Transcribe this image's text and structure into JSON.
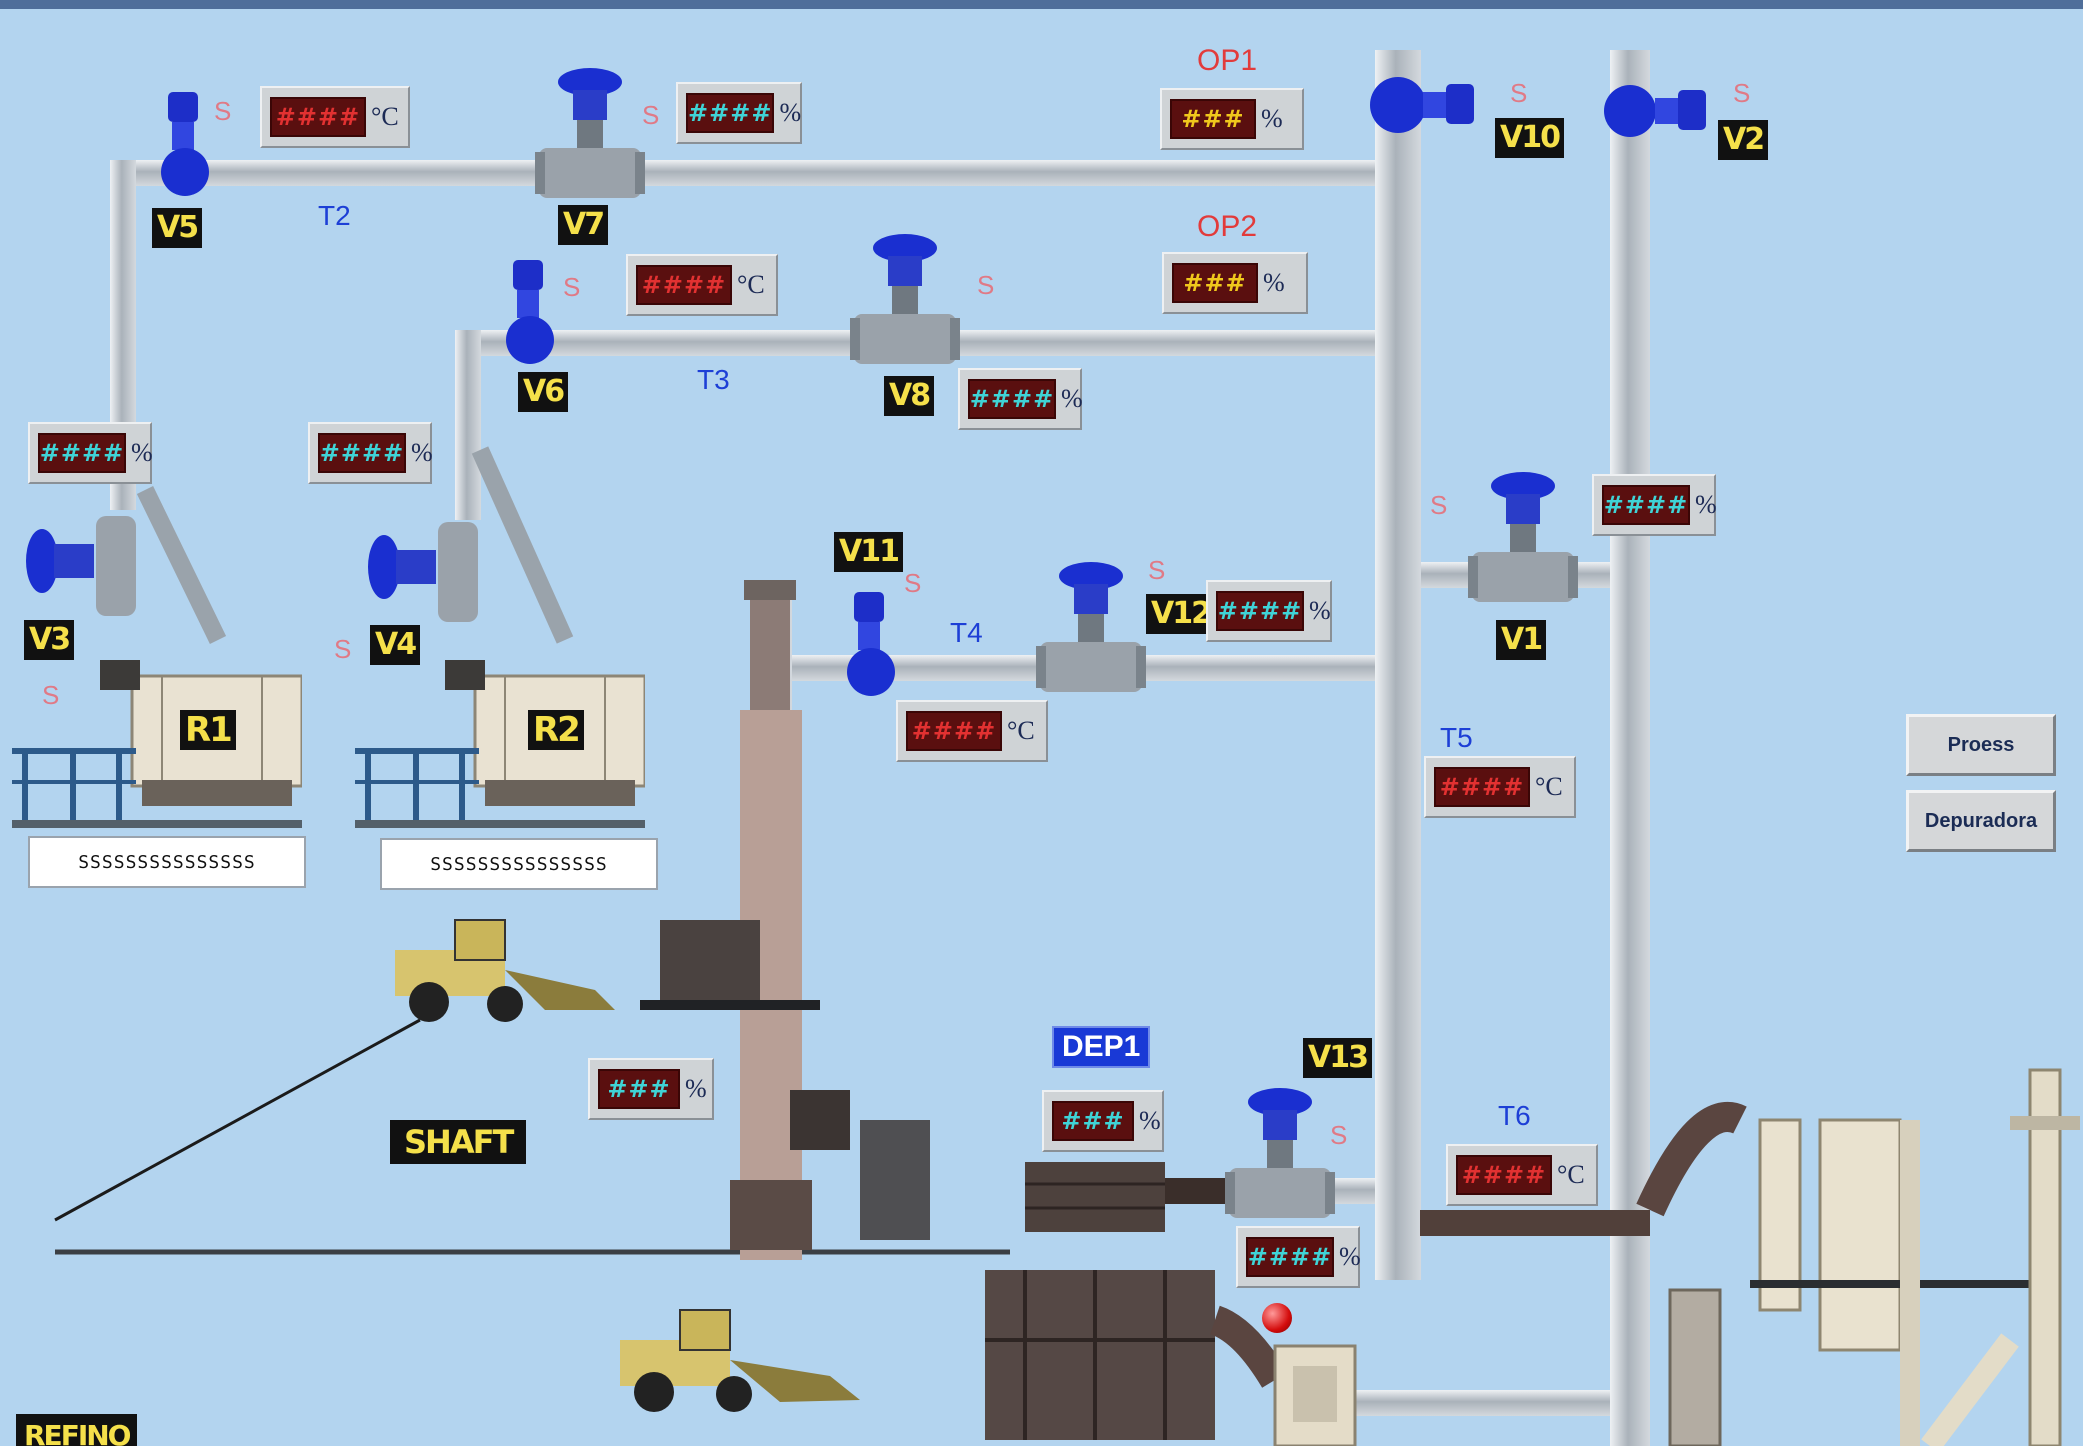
{
  "valves": {
    "v1": "V1",
    "v2": "V2",
    "v3": "V3",
    "v4": "V4",
    "v5": "V5",
    "v6": "V6",
    "v7": "V7",
    "v8": "V8",
    "v10": "V10",
    "v11": "V11",
    "v12": "V12",
    "v13": "V13"
  },
  "lines": {
    "t2": "T2",
    "t3": "T3",
    "t4": "T4",
    "t5": "T5",
    "t6": "T6",
    "op1": "OP1",
    "op2": "OP2"
  },
  "status_mark": "S",
  "units": {
    "celsius": "°C",
    "percent": "%"
  },
  "placeholders": {
    "four": "####",
    "three": "###"
  },
  "reactors": {
    "r1": "R1",
    "r2": "R2"
  },
  "readouts": {
    "r1": "SSSSSSSSSSSSSSS",
    "r2": "SSSSSSSSSSSSSSS"
  },
  "areas": {
    "shaft": "SHAFT",
    "refino": "REFINO",
    "dep1": "DEP1"
  },
  "buttons": {
    "process": "Proess",
    "depuradora": "Depuradora"
  },
  "colors": {
    "background": "#b3d4ef",
    "valve": "#1a2fd0",
    "tag_text": "#f5e04a"
  }
}
